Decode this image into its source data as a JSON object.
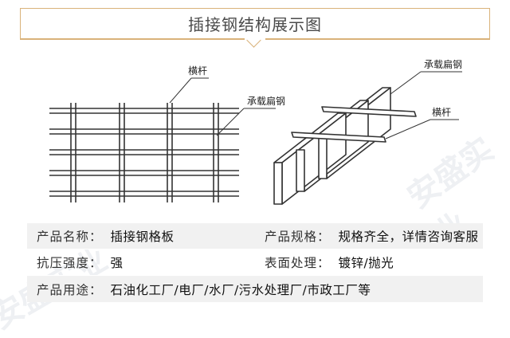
{
  "page": {
    "title": "插接钢结构展示图",
    "accent_color": "#d9b27a",
    "watermark_text": "安盛实业"
  },
  "diagram": {
    "left": {
      "crossbar_label": "横杆",
      "bearing_bar_label": "承载扁钢"
    },
    "right": {
      "bearing_bar_label": "承载扁钢",
      "crossbar_label": "横杆"
    }
  },
  "specs": {
    "row1": {
      "name_label": "产品名称：",
      "name_value": "插接钢格板",
      "spec_label": "产品规格：",
      "spec_value": "规格齐全，详情咨询客服"
    },
    "row2": {
      "strength_label": "抗压强度：",
      "strength_value": "强",
      "surface_label": "表面处理：",
      "surface_value": "镀锌/抛光"
    },
    "row3": {
      "usage_label": "产品用途：",
      "usage_value": "石油化工厂/电厂/水厂/污水处理厂/市政工厂等"
    }
  }
}
